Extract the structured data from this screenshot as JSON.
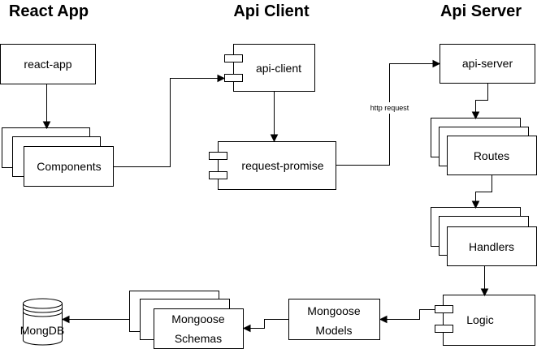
{
  "titles": {
    "react_app": "React App",
    "api_client": "Api Client",
    "api_server": "Api Server"
  },
  "nodes": {
    "react_app": "react-app",
    "components": "Components",
    "api_client": "api-client",
    "request_promise": "request-promise",
    "api_server": "api-server",
    "routes": "Routes",
    "handlers": "Handlers",
    "logic": "Logic",
    "mongoose_models_line1": "Mongoose",
    "mongoose_models_line2": "Models",
    "mongoose_schemas_line1": "Mongoose",
    "mongoose_schemas_line2": "Schemas",
    "mongodb": "MongDB"
  },
  "edges": {
    "http_request": "http request"
  }
}
